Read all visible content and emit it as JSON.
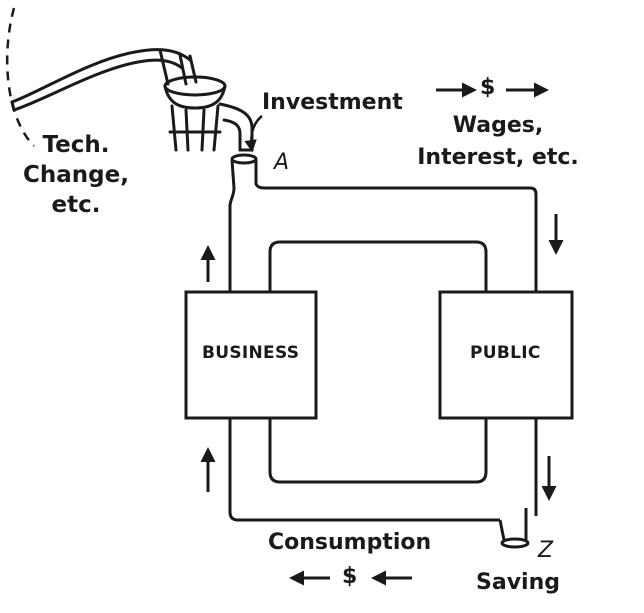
{
  "pump_label": {
    "line1": "Tech.",
    "line2": "Change,",
    "line3": "etc."
  },
  "investment_label": "Investment",
  "point_a": "A",
  "point_z": "Z",
  "wages_label": {
    "line1": "Wages,",
    "line2": "Interest, etc."
  },
  "money_symbol_top": "$",
  "money_symbol_bottom": "$",
  "business_label": "BUSINESS",
  "public_label": "PUBLIC",
  "consumption_label": "Consumption",
  "saving_label": "Saving",
  "colors": {
    "ink": "#1a1a1a",
    "paper": "#ffffff"
  }
}
